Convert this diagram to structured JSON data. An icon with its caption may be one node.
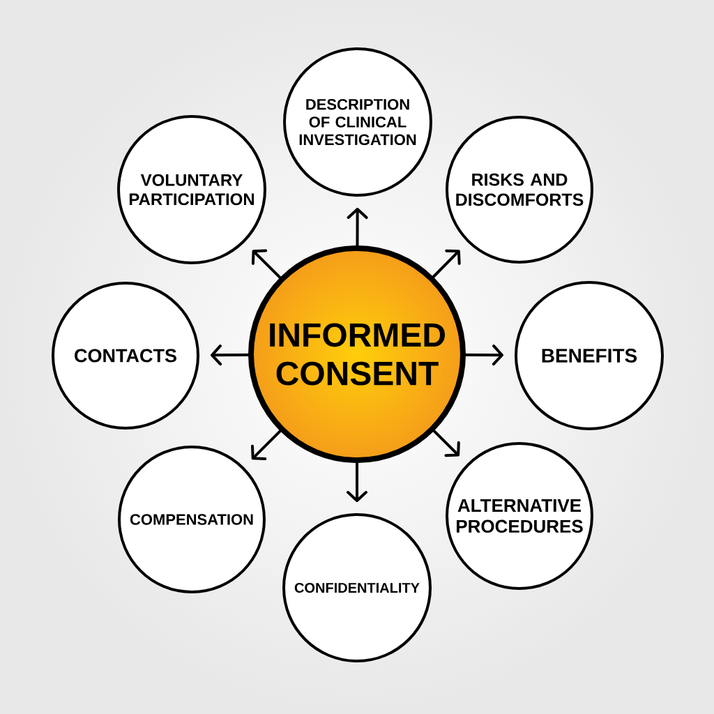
{
  "diagram": {
    "nodes": [
      {
        "text": [
          "INFORMED CONSENT"
        ]
      },
      {
        "text": [
          "DESCRIPTION OF CLINICAL INVESTIGATION"
        ]
      },
      {
        "text": [
          "RISKS AND DISCOMFORTS"
        ]
      },
      {
        "text": [
          "BENEFITS"
        ]
      },
      {
        "text": [
          "ALTERNATIVE PROCEDURES"
        ]
      },
      {
        "text": [
          "CONFIDENTIALITY"
        ]
      },
      {
        "text": [
          "COMPENSATION"
        ]
      },
      {
        "text": [
          "CONTACTS"
        ]
      },
      {
        "text": [
          "VOLUNTARY PARTICIPATION"
        ]
      }
    ],
    "edges": [
      {
        "from": 0,
        "to": 1,
        "arrow": "to"
      },
      {
        "from": 0,
        "to": 2,
        "arrow": "to"
      },
      {
        "from": 0,
        "to": 3,
        "arrow": "to"
      },
      {
        "from": 0,
        "to": 4,
        "arrow": "to"
      },
      {
        "from": 0,
        "to": 5,
        "arrow": "to"
      },
      {
        "from": 0,
        "to": 6,
        "arrow": "to"
      },
      {
        "from": 0,
        "to": 7,
        "arrow": "to"
      },
      {
        "from": 0,
        "to": 8,
        "arrow": "to"
      }
    ]
  }
}
